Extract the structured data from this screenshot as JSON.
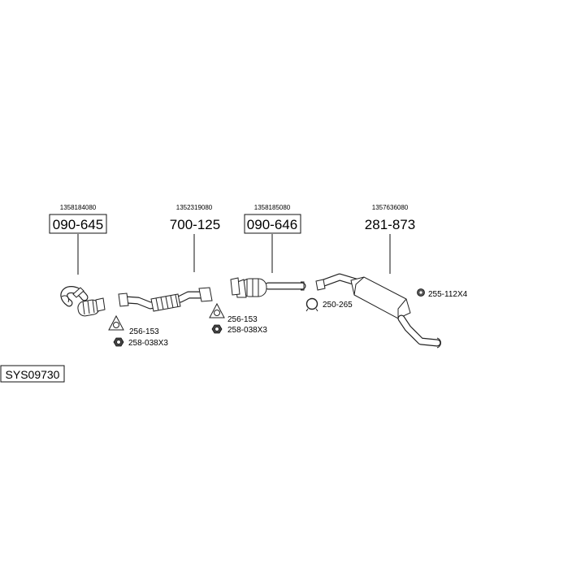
{
  "diagram": {
    "system_code": "SYS09730",
    "parts": [
      {
        "oem_number": "1358184080",
        "part_number": "090-645",
        "boxed": true
      },
      {
        "oem_number": "1352319080",
        "part_number": "700-125",
        "boxed": false
      },
      {
        "oem_number": "1358185080",
        "part_number": "090-646",
        "boxed": true
      },
      {
        "oem_number": "1357636080",
        "part_number": "281-873",
        "boxed": false
      }
    ],
    "accessories": [
      {
        "code": "256-153",
        "icon": "gasket-icon"
      },
      {
        "code": "258-038X3",
        "icon": "nut-icon"
      },
      {
        "code": "256-153",
        "icon": "gasket-icon"
      },
      {
        "code": "258-038X3",
        "icon": "nut-icon"
      },
      {
        "code": "250-265",
        "icon": "clamp-icon"
      },
      {
        "code": "255-112X4",
        "icon": "rubber-mount-icon"
      }
    ]
  }
}
